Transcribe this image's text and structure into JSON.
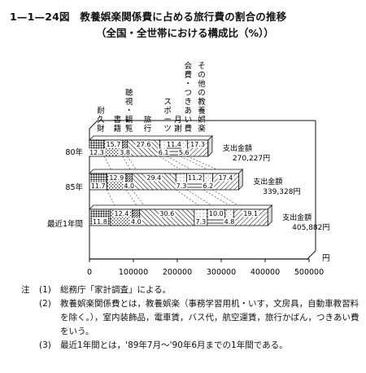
{
  "chart_data": {
    "type": "bar",
    "stacked": true,
    "horizontal": true,
    "title": "1—1—24図　教養娯楽関係費に占める旅行費の割合の推移",
    "subtitle": "（全国・全世帯における構成比（%））",
    "categories": [
      "80年",
      "85年",
      "最近1年間"
    ],
    "series": [
      {
        "name": "耐久財",
        "values": [
          12.3,
          11.7,
          11.8
        ]
      },
      {
        "name": "書籍",
        "values": [
          15.7,
          12.9,
          12.4
        ]
      },
      {
        "name": "聴視・観覧",
        "values": [
          3.8,
          4.0,
          4.0
        ]
      },
      {
        "name": "旅行",
        "values": [
          27.6,
          29.4,
          30.6
        ]
      },
      {
        "name": "スポーツ",
        "values": [
          6.1,
          7.3,
          7.3
        ]
      },
      {
        "name": "月謝",
        "values": [
          11.4,
          11.2,
          10.0
        ]
      },
      {
        "name": "会費・つきあい費",
        "values": [
          5.6,
          6.2,
          4.8
        ]
      },
      {
        "name": "その他の教養娯楽",
        "values": [
          17.3,
          17.4,
          19.1
        ]
      }
    ],
    "totals": [
      270227,
      339328,
      405882
    ],
    "total_labels": [
      {
        "title": "支出金額",
        "value": "270,227円"
      },
      {
        "title": "支出金額",
        "value": "339,328円"
      },
      {
        "title": "支出金額",
        "value": "405,882円"
      }
    ],
    "xlim": [
      0,
      500000
    ],
    "xticks": [
      "0",
      "100000",
      "200000",
      "300000",
      "400000",
      "500000"
    ],
    "xunit": "円"
  },
  "notes": [
    {
      "head": "注",
      "num": "(1)",
      "text": "総務庁「家計調査」による。"
    },
    {
      "head": "",
      "num": "(2)",
      "text": "教養娯楽関係費とは，教養娯楽（事務学習用机・いす，文房具，自動車教習料を除く。），室内装飾品，電車賃，バス代，航空運賃，旅行かばん，つきあい費をいう。"
    },
    {
      "head": "",
      "num": "(3)",
      "text": "最近1年間とは，'89年7月～'90年6月までの1年間である。"
    }
  ]
}
